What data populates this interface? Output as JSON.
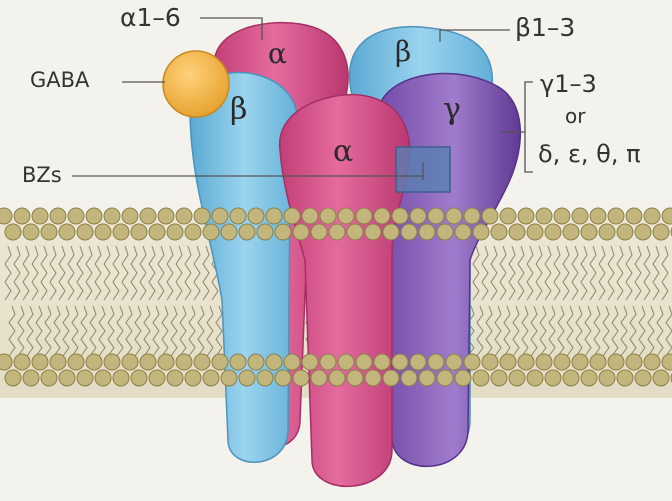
{
  "labels": {
    "alpha_family": "α1–6",
    "beta_family": "β1–3",
    "gaba": "GABA",
    "bzs": "BZs",
    "gamma_family": "γ1–3",
    "or": "or",
    "other_subunits": "δ, ε, θ, π"
  },
  "subunits": {
    "alpha_back": "α",
    "beta_back": "β",
    "beta_left": "β",
    "gamma": "γ",
    "alpha_front": "α"
  },
  "colors": {
    "alpha": "#d9568e",
    "beta": "#7ec5e6",
    "gamma": "#8d62b8",
    "gaba": "#f0b23d",
    "bz_site": "#5a7fb2",
    "lipid_head": "#c3b67d",
    "background": "#f4f2ec"
  }
}
